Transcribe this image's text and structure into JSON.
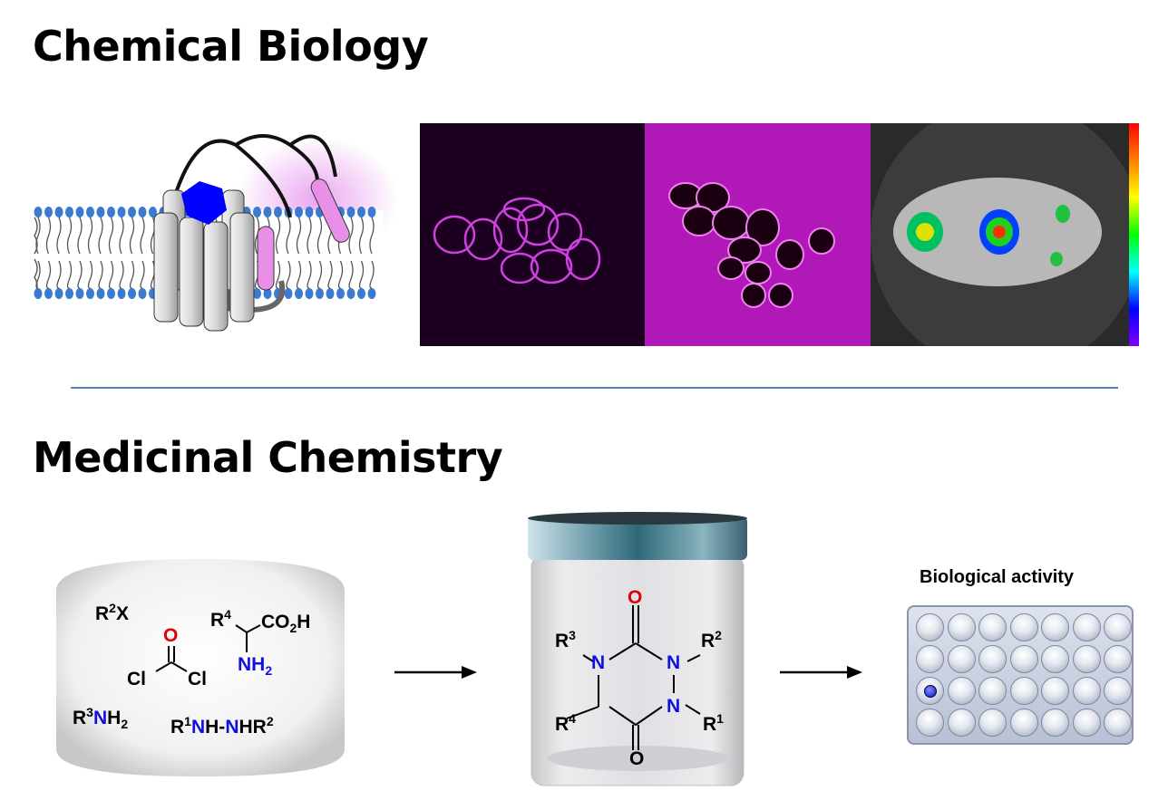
{
  "sections": {
    "top_title": "Chemical Biology",
    "bottom_title": "Medicinal Chemistry"
  },
  "assay": {
    "label": "Biological activity",
    "rows": 4,
    "cols": 7,
    "hit_well": {
      "row": 3,
      "col": 1
    }
  },
  "colors": {
    "divider": "#4f81bd",
    "nitrogen": "#1010e0",
    "oxygen": "#e00000",
    "magenta": "#c020c8"
  },
  "reagents": {
    "r2x": [
      {
        "t": "R"
      },
      {
        "t": "2",
        "sup": true
      },
      {
        "t": "X"
      }
    ],
    "phosgene_o": [
      {
        "t": "O",
        "c": "red"
      }
    ],
    "phosgene_cl1": [
      {
        "t": "Cl"
      }
    ],
    "phosgene_cl2": [
      {
        "t": "Cl"
      }
    ],
    "aa_r4": [
      {
        "t": "R"
      },
      {
        "t": "4",
        "sup": true
      }
    ],
    "aa_co2h": [
      {
        "t": "CO"
      },
      {
        "t": "2",
        "sub": true
      },
      {
        "t": "H"
      }
    ],
    "aa_nh2": [
      {
        "t": "NH",
        "c": "blue"
      },
      {
        "t": "2",
        "sub": true,
        "c": "blue"
      }
    ],
    "amine": [
      {
        "t": "R"
      },
      {
        "t": "3",
        "sup": true
      },
      {
        "t": "N",
        "c": "blue"
      },
      {
        "t": "H"
      },
      {
        "t": "2",
        "sub": true
      }
    ],
    "hydrazine": [
      {
        "t": "R"
      },
      {
        "t": "1",
        "sup": true
      },
      {
        "t": "N",
        "c": "blue"
      },
      {
        "t": "H-"
      },
      {
        "t": "N",
        "c": "blue"
      },
      {
        "t": "HR"
      },
      {
        "t": "2",
        "sup": true
      }
    ]
  },
  "product": {
    "o_top": [
      {
        "t": "O",
        "c": "red"
      }
    ],
    "o_bottom": [
      {
        "t": "O"
      }
    ],
    "r3": [
      {
        "t": "R"
      },
      {
        "t": "3",
        "sup": true
      }
    ],
    "r2": [
      {
        "t": "R"
      },
      {
        "t": "2",
        "sup": true
      }
    ],
    "r4": [
      {
        "t": "R"
      },
      {
        "t": "4",
        "sup": true
      }
    ],
    "r1": [
      {
        "t": "R"
      },
      {
        "t": "1",
        "sup": true
      }
    ],
    "n1": [
      {
        "t": "N",
        "c": "blue"
      }
    ],
    "n2": [
      {
        "t": "N",
        "c": "blue"
      }
    ],
    "n3": [
      {
        "t": "N",
        "c": "blue"
      }
    ]
  }
}
